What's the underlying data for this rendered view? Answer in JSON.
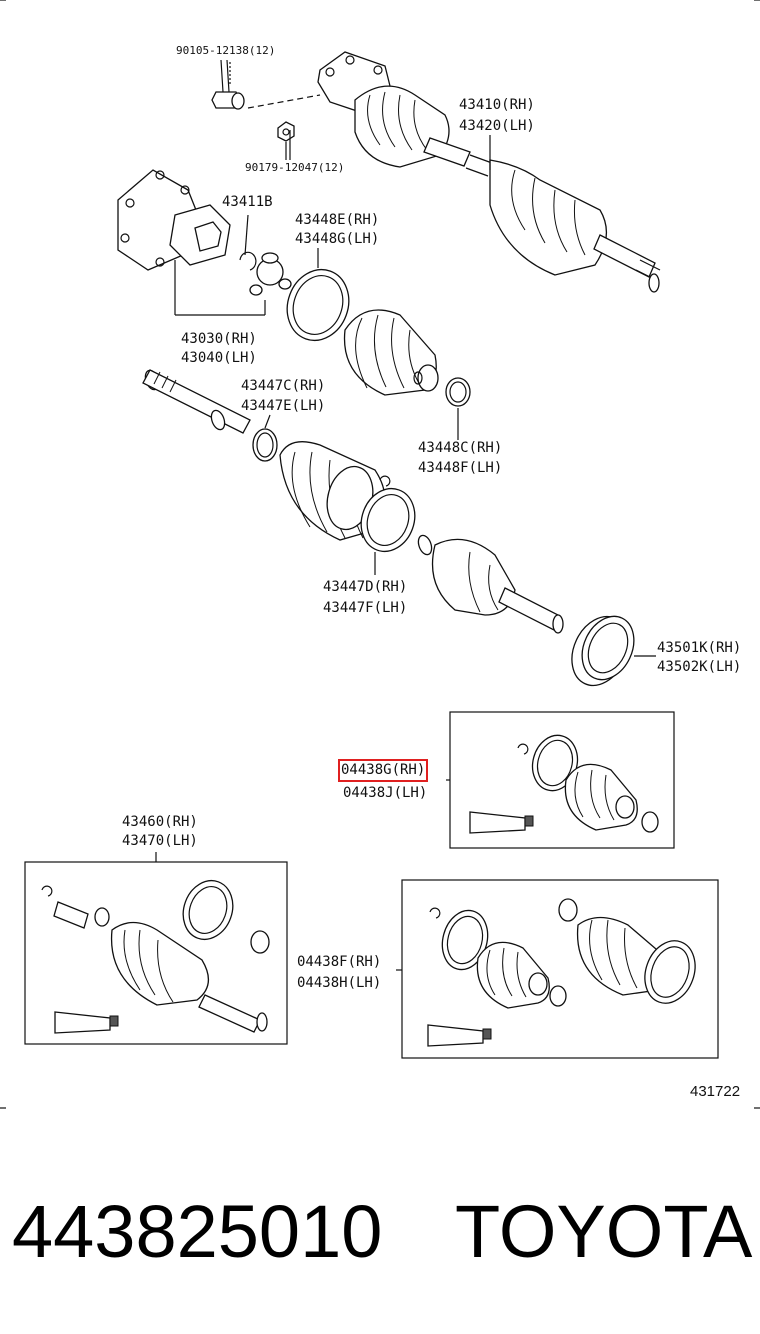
{
  "labels": {
    "bolt": "90105-12138(12)",
    "nut": "90179-12047(12)",
    "shaft_rh": "43410(RH)",
    "shaft_lh": "43420(LH)",
    "snap_ring": "43411B",
    "clamp_e_rh": "43448E(RH)",
    "clamp_g_lh": "43448G(LH)",
    "tulip_rh": "43030(RH)",
    "tulip_lh": "43040(LH)",
    "clamp_c_rh": "43447C(RH)",
    "clamp_e_lh": "43447E(LH)",
    "clamp_8c_rh": "43448C(RH)",
    "clamp_8f_lh": "43448F(LH)",
    "clamp_d_rh": "43447D(RH)",
    "clamp_f_lh": "43447F(LH)",
    "deflector_rh": "43501K(RH)",
    "deflector_lh": "43502K(LH)",
    "kit_g_rh": "04438G(RH)",
    "kit_j_lh": "04438J(LH)",
    "joint_rh": "43460(RH)",
    "joint_lh": "43470(LH)",
    "kit_f_rh": "04438F(RH)",
    "kit_h_lh": "04438H(LH)"
  },
  "figure_ref": "431722",
  "part_number": "443825010",
  "brand": "TOYOTA",
  "highlight_color": "#e02020"
}
